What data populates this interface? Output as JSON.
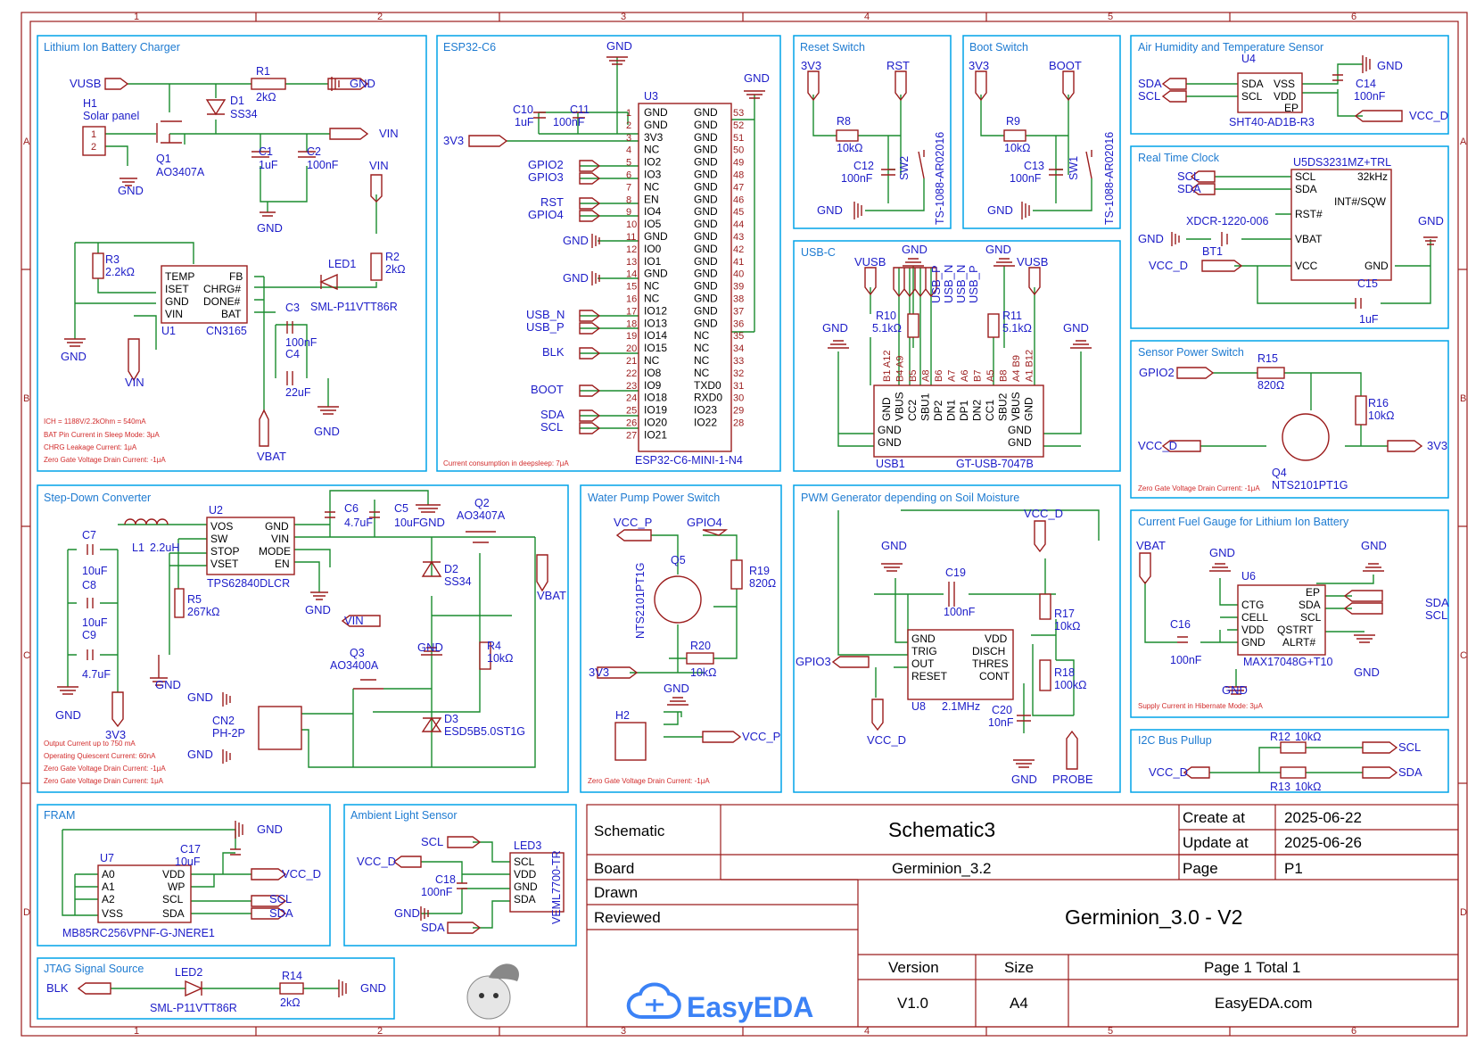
{
  "colors": {
    "frame": "#9b1c1c",
    "block": "#00a3e8",
    "wire": "#1a8c2e",
    "net": "#1c1cc8",
    "note": "#d12b2b",
    "title": "#1e7bd1"
  },
  "blocks": {
    "charger": {
      "title": "Lithium Ion Battery Charger",
      "notes": [
        "ICH = 1188V/2.2kOhm = 540mA",
        "BAT Pin Current in Sleep Mode: 3μA",
        "CHRG Leakage Current: 1μA",
        "Zero Gate Voltage Drain Current: -1μA"
      ]
    },
    "esp": {
      "title": "ESP32-C6",
      "note": "Current consumption in deepsleep: 7μA"
    },
    "reset": {
      "title": "Reset Switch"
    },
    "boot": {
      "title": "Boot Switch"
    },
    "humidity": {
      "title": "Air Humidity and Temperature Sensor"
    },
    "rtc": {
      "title": "Real Time Clock"
    },
    "usbc": {
      "title": "USB-C"
    },
    "sensorpwr": {
      "title": "Sensor Power Switch",
      "note": "Zero Gate Voltage Drain Current: -1μA"
    },
    "stepdown": {
      "title": "Step-Down Converter",
      "notes": [
        "Output Current up to 750 mA",
        "Operating Quiescent Current: 60nA",
        "Zero Gate Voltage Drain Current: -1μA",
        "Zero Gate Voltage Drain Current: 1μA"
      ]
    },
    "pump": {
      "title": "Water Pump Power Switch",
      "note": "Zero Gate Voltage Drain Current: -1μA"
    },
    "pwm": {
      "title": "PWM Generator depending on Soil Moisture"
    },
    "fuel": {
      "title": "Current Fuel Gauge for Lithium Ion Battery",
      "note": "Supply Current in Hibernate Mode: 3μA"
    },
    "i2c": {
      "title": "I2C Bus Pullup"
    },
    "fram": {
      "title": "FRAM"
    },
    "ambient": {
      "title": "Ambient Light Sensor"
    },
    "jtag": {
      "title": "JTAG Signal Source"
    }
  },
  "labels": {
    "charger": {
      "vusb": "VUSB",
      "h1": "H1",
      "h1v": "Solar panel",
      "p1": "1",
      "p2": "2",
      "gnd1": "GND",
      "gnd2": "GND",
      "gnd3": "GND",
      "gnd4": "GND",
      "r1": "R1",
      "r1v": "2kΩ",
      "d1": "D1",
      "d1v": "SS34",
      "q1": "Q1",
      "q1v": "AO3407A",
      "c1": "C1",
      "c1v": "1uF",
      "c2": "C2",
      "c2v": "100nF",
      "vin1": "VIN",
      "vin2": "VIN",
      "vin3": "VIN",
      "r3": "R3",
      "r3v": "2.2kΩ",
      "u1": "U1",
      "u1v": "CN3165",
      "led1": "LED1",
      "led1v": "SML-P11VTT86R",
      "r2": "R2",
      "r2v": "2kΩ",
      "c3": "C3",
      "c3v": "100nF",
      "c4": "C4",
      "c4v": "22uF",
      "vbat": "VBAT",
      "temp": "TEMP",
      "iset": "ISET",
      "gnd": "GND",
      "vinp": "VIN",
      "fb": "FB",
      "chrg": "CHRG#",
      "done": "DONE#",
      "bat": "BAT"
    },
    "esp": {
      "gnd_top": "GND",
      "gnd_top2": "GND",
      "u3": "U3",
      "u3v": "ESP32-C6-MINI-1-N4",
      "c10": "C10",
      "c10v": "1uF",
      "c11": "C11",
      "c11v": "100nF",
      "v3": "3V3",
      "gpio2": "GPIO2",
      "gpio3": "GPIO3",
      "rst": "RST",
      "gpio4": "GPIO4",
      "gnd_a": "GND",
      "gnd_b": "GND",
      "usbn": "USB_N",
      "usbp": "USB_P",
      "blk": "BLK",
      "boot": "BOOT",
      "sda": "SDA",
      "scl": "SCL"
    },
    "esp_left_pins": [
      "GND",
      "GND",
      "3V3",
      "NC",
      "IO2",
      "IO3",
      "NC",
      "EN",
      "IO4",
      "IO5",
      "GND",
      "IO0",
      "IO1",
      "GND",
      "NC",
      "NC",
      "IO12",
      "IO13",
      "IO14",
      "IO15",
      "NC",
      "IO8",
      "IO9",
      "IO18",
      "IO19",
      "IO20",
      "IO21"
    ],
    "esp_right_pins": [
      "GND",
      "GND",
      "GND",
      "GND",
      "GND",
      "GND",
      "GND",
      "GND",
      "GND",
      "GND",
      "GND",
      "GND",
      "GND",
      "GND",
      "GND",
      "GND",
      "GND",
      "GND",
      "NC",
      "NC",
      "NC",
      "NC",
      "TXD0",
      "RXD0",
      "IO23",
      "IO22"
    ],
    "esp_left_nums": [
      "1",
      "2",
      "3",
      "4",
      "5",
      "6",
      "7",
      "8",
      "9",
      "10",
      "11",
      "12",
      "13",
      "14",
      "15",
      "16",
      "17",
      "18",
      "19",
      "20",
      "21",
      "22",
      "23",
      "24",
      "25",
      "26",
      "27"
    ],
    "esp_right_nums": [
      "53",
      "52",
      "51",
      "50",
      "49",
      "48",
      "47",
      "46",
      "45",
      "44",
      "43",
      "42",
      "41",
      "40",
      "39",
      "38",
      "37",
      "36",
      "35",
      "34",
      "33",
      "32",
      "31",
      "30",
      "29",
      "28"
    ],
    "reset": {
      "v3": "3V3",
      "rst": "RST",
      "r8": "R8",
      "r8v": "10kΩ",
      "c12": "C12",
      "c12v": "100nF",
      "sw": "SW2",
      "part": "TS-1088-AR02016",
      "gnd": "GND"
    },
    "boot": {
      "v3": "3V3",
      "boot": "BOOT",
      "r9": "R9",
      "r9v": "10kΩ",
      "c13": "C13",
      "c13v": "100nF",
      "sw": "SW1",
      "part": "TS-1088-AR02016",
      "gnd": "GND"
    },
    "humidity": {
      "u4": "U4",
      "u4v": "SHT40-AD1B-R3",
      "sda": "SDA",
      "scl": "SCL",
      "vss": "VSS",
      "vdd": "VDD",
      "ep": "EP",
      "gnd": "GND",
      "c14": "C14",
      "c14v": "100nF",
      "vccd": "VCC_D",
      "sdal": "SDA",
      "scll": "SCL"
    },
    "rtc": {
      "u5": "U5",
      "u5v": "DS3231MZ+TRL",
      "scl": "SCL",
      "sda": "SDA",
      "rst": "RST#",
      "vbat": "VBAT",
      "vcc": "VCC",
      "khz": "32kHz",
      "int": "INT#/SQW",
      "gnd": "GND",
      "sclL": "SCL",
      "sdaL": "SDA",
      "gndL": "GND",
      "gndR": "GND",
      "bt": "XDCR-1220-006",
      "bt1": "BT1",
      "vccd": "VCC_D",
      "c15": "C15",
      "c15v": "1uF"
    },
    "usbc": {
      "vusb1": "VUSB",
      "vusb2": "VUSB",
      "gnd1": "GND",
      "gnd2": "GND",
      "gnd3": "GND",
      "gnd4": "GND",
      "r10": "R10",
      "r10v": "5.1kΩ",
      "r11": "R11",
      "r11v": "5.1kΩ",
      "usbp": "USB_P",
      "usbn": "USB_N",
      "usbn2": "USB_N",
      "usbp2": "USB_P",
      "usb1": "USB1",
      "part": "GT-USB-7047B",
      "pins": [
        "GND",
        "VBUS",
        "CC2",
        "SBU1",
        "DP2",
        "DN1",
        "DP1",
        "DN2",
        "CC1",
        "SBU2",
        "VBUS",
        "GND"
      ],
      "tops": [
        "B1 A12",
        "B4 A9",
        "B5",
        "A8",
        "B6",
        "A7",
        "A6",
        "B7",
        "A5",
        "B8",
        "A4 B9",
        "A1 B12"
      ],
      "gndl1": "GND",
      "gndl2": "GND",
      "gndr1": "GND",
      "gndr2": "GND"
    },
    "sensorpwr": {
      "gpio2": "GPIO2",
      "r15": "R15",
      "r15v": "820Ω",
      "r16": "R16",
      "r16v": "10kΩ",
      "vccd": "VCC_D",
      "v3": "3V3",
      "q4": "Q4",
      "q4v": "NTS2101PT1G"
    },
    "stepdown": {
      "u2": "U2",
      "u2v": "TPS62840DLCR",
      "vos": "VOS",
      "sw": "SW",
      "stop": "STOP",
      "vset": "VSET",
      "gnd": "GND",
      "vin": "VIN",
      "mode": "MODE",
      "en": "EN",
      "c7": "C7",
      "c7v": "10uF",
      "c8": "C8",
      "c8v": "10uF",
      "c9": "C9",
      "c9v": "4.7uF",
      "l1": "L1",
      "l1v": "2.2uH",
      "r5": "R5",
      "r5v": "267kΩ",
      "c6": "C6",
      "c6v": "4.7uF",
      "c5": "C5",
      "c5v": "10uF",
      "gnd1": "GND",
      "gnd2": "GND",
      "gnd3": "GND",
      "gnd4": "GND",
      "gnd5": "GND",
      "gnd6": "GND",
      "q2": "Q2",
      "q2v": "AO3407A",
      "d2": "D2",
      "d2v": "SS34",
      "vbat": "VBAT",
      "vin2": "VIN",
      "r4": "R4",
      "r4v": "10kΩ",
      "q3": "Q3",
      "q3v": "AO3400A",
      "d3": "D3",
      "d3v": "ESD5B5.0ST1G",
      "cn2": "CN2",
      "cn2v": "PH-2P",
      "v3": "3V3"
    },
    "pump": {
      "vccp": "VCC_P",
      "gpio4": "GPIO4",
      "q5": "Q5",
      "q5v": "NTS2101PT1G",
      "r19": "R19",
      "r19v": "820Ω",
      "r20": "R20",
      "r20v": "10kΩ",
      "v3": "3V3",
      "gnd": "GND",
      "h2": "H2",
      "vccp2": "VCC_P"
    },
    "pwm": {
      "vccd": "VCC_D",
      "gnd1": "GND",
      "gnd2": "GND",
      "c19": "C19",
      "c19v": "100nF",
      "u8": "U8",
      "u8v": "2.1MHz",
      "gnd": "GND",
      "trig": "TRIG",
      "out": "OUT",
      "reset": "RESET",
      "vdd": "VDD",
      "disch": "DISCH",
      "thres": "THRES",
      "cont": "CONT",
      "gpio3": "GPIO3",
      "vccd2": "VCC_D",
      "r17": "R17",
      "r17v": "10kΩ",
      "r18": "R18",
      "r18v": "100kΩ",
      "c20": "C20",
      "c20v": "10nF",
      "probe": "PROBE"
    },
    "fuel": {
      "vbat": "VBAT",
      "gnd1": "GND",
      "gnd2": "GND",
      "gnd3": "GND",
      "gnd4": "GND",
      "u6": "U6",
      "u6v": "MAX17048G+T10",
      "ctg": "CTG",
      "cell": "CELL",
      "vdd": "VDD",
      "gnd": "GND",
      "ep": "EP",
      "sda": "SDA",
      "scl": "SCL",
      "qstrt": "QSTRT",
      "alrt": "ALRT#",
      "c16": "C16",
      "c16v": "100nF",
      "sdaR": "SDA",
      "sclR": "SCL"
    },
    "i2c": {
      "vccd": "VCC_D",
      "r12": "R12",
      "r12v": "10kΩ",
      "r13": "R13",
      "r13v": "10kΩ",
      "scl": "SCL",
      "sda": "SDA"
    },
    "fram": {
      "u7": "U7",
      "u7v": "MB85RC256VPNF-G-JNERE1",
      "a0": "A0",
      "a1": "A1",
      "a2": "A2",
      "vss": "VSS",
      "vdd": "VDD",
      "wp": "WP",
      "scl": "SCL",
      "sda": "SDA",
      "c17": "C17",
      "c17v": "10uF",
      "gnd": "GND",
      "vccd": "VCC_D",
      "sclR": "SCL",
      "sdaR": "SDA"
    },
    "ambient": {
      "scl": "SCL",
      "vccd": "VCC_D",
      "gnd": "GND",
      "sda": "SDA",
      "c18": "C18",
      "c18v": "100nF",
      "led3": "LED3",
      "part": "VEML7700-TR",
      "pscl": "SCL",
      "pvdd": "VDD",
      "pgnd": "GND",
      "psda": "SDA"
    },
    "jtag": {
      "blk": "BLK",
      "led2": "LED2",
      "led2v": "SML-P11VTT86R",
      "r14": "R14",
      "r14v": "2kΩ",
      "gnd": "GND"
    }
  },
  "grid": {
    "cols": [
      "1",
      "2",
      "3",
      "4",
      "5",
      "6"
    ],
    "rows": [
      "A",
      "B",
      "C",
      "D"
    ]
  },
  "title_block": {
    "schematic_label": "Schematic",
    "schematic_value": "Schematic3",
    "create_label": "Create at",
    "create_value": "2025-06-22",
    "update_label": "Update at",
    "update_value": "2025-06-26",
    "board_label": "Board",
    "board_value": "Germinion_3.2",
    "page_label": "Page",
    "page_value": "P1",
    "drawn_label": "Drawn",
    "reviewed_label": "Reviewed",
    "project": "Germinion_3.0 - V2",
    "version_label": "Version",
    "version_value": "V1.0",
    "size_label": "Size",
    "size_value": "A4",
    "pagetotal": "Page  1  Total  1",
    "brand": "EasyEDA",
    "site": "EasyEDA.com"
  }
}
